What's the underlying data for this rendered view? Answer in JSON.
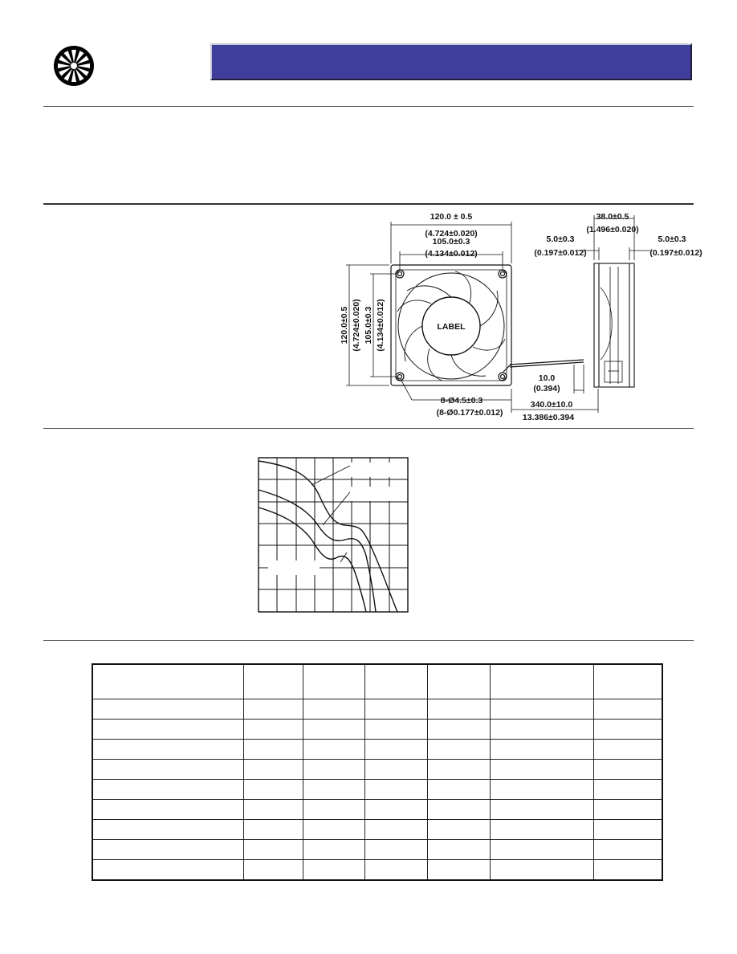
{
  "drawing": {
    "label": "LABEL",
    "overall_width": "120.0 ± 0.5",
    "overall_width_in": "(4.724±0.020)",
    "hole_pitch": "105.0±0.3",
    "hole_pitch_in": "(4.134±0.012)",
    "overall_height": "120.0±0.5",
    "overall_height_in": "(4.724±0.020)",
    "hole_pitch_v": "105.0±0.3",
    "hole_pitch_v_in": "(4.134±0.012)",
    "depth": "38.0±0.5",
    "depth_in": "(1.496±0.020)",
    "flange_left": "5.0±0.3",
    "flange_left_in": "(0.197±0.012)",
    "flange_right": "5.0±0.3",
    "flange_right_in": "(0.197±0.012)",
    "holes": "8-Ø4.5±0.3",
    "holes_in": "(8-Ø0.177±0.012)",
    "strip": "10.0",
    "strip_in": "(0.394)",
    "lead": "340.0±10.0",
    "lead_in": "13.386±0.394"
  },
  "table": {
    "columns": 7,
    "body_rows": 9
  }
}
